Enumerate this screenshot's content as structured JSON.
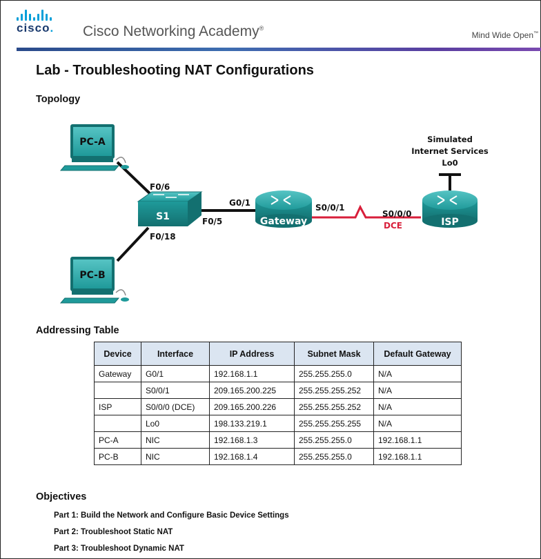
{
  "header": {
    "logo_text": "cisco.",
    "academy": "Cisco Networking Academy",
    "academy_mark": "®",
    "tagline": "Mind Wide Open",
    "tagline_mark": "™",
    "colors": {
      "brand_blue": "#049fd9",
      "brand_navy": "#1a3a6e"
    }
  },
  "doc": {
    "title": "Lab - Troubleshooting NAT Configurations",
    "topology_heading": "Topology",
    "addressing_heading": "Addressing Table",
    "objectives_heading": "Objectives"
  },
  "topology": {
    "pc_a": "PC-A",
    "pc_b": "PC-B",
    "switch": "S1",
    "gateway": "Gateway",
    "isp": "ISP",
    "label_f06": "F0/6",
    "label_f05": "F0/5",
    "label_f018": "F0/18",
    "label_g01": "G0/1",
    "label_s001": "S0/0/1",
    "label_s000": "S0/0/0",
    "label_dce": "DCE",
    "internet_line1": "Simulated",
    "internet_line2": "Internet Services",
    "internet_line3": "Lo0",
    "colors": {
      "device_teal": "#1f9a9a",
      "serial_link": "#d81e3a",
      "dce": "#d81e3a"
    }
  },
  "table": {
    "headers": [
      "Device",
      "Interface",
      "IP Address",
      "Subnet Mask",
      "Default Gateway"
    ],
    "header_bg": "#dbe5f1",
    "rows": [
      [
        "Gateway",
        "G0/1",
        "192.168.1.1",
        "255.255.255.0",
        "N/A"
      ],
      [
        "",
        "S0/0/1",
        "209.165.200.225",
        "255.255.255.252",
        "N/A"
      ],
      [
        "ISP",
        "S0/0/0 (DCE)",
        "209.165.200.226",
        "255.255.255.252",
        "N/A"
      ],
      [
        "",
        "Lo0",
        "198.133.219.1",
        "255.255.255.255",
        "N/A"
      ],
      [
        "PC-A",
        "NIC",
        "192.168.1.3",
        "255.255.255.0",
        "192.168.1.1"
      ],
      [
        "PC-B",
        "NIC",
        "192.168.1.4",
        "255.255.255.0",
        "192.168.1.1"
      ]
    ]
  },
  "objectives": [
    "Part 1: Build the Network and Configure Basic Device Settings",
    "Part 2: Troubleshoot Static NAT",
    "Part 3: Troubleshoot Dynamic NAT"
  ]
}
